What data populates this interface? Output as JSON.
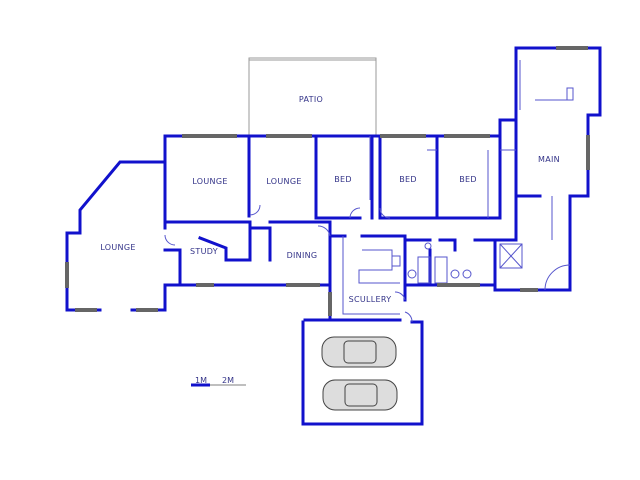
{
  "plan": {
    "rooms": {
      "patio": "PATIO",
      "lounge_left": "LOUNGE",
      "lounge_1": "LOUNGE",
      "lounge_2": "LOUNGE",
      "study": "STUDY",
      "dining": "DINING",
      "bed_1": "BED",
      "bed_2": "BED",
      "bed_3": "BED",
      "main": "MAIN",
      "scullery": "SCULLERY"
    },
    "scale": {
      "mark_1": "1M",
      "mark_2": "2M"
    },
    "colors": {
      "wall": "#1111cc",
      "label": "#333388"
    }
  }
}
